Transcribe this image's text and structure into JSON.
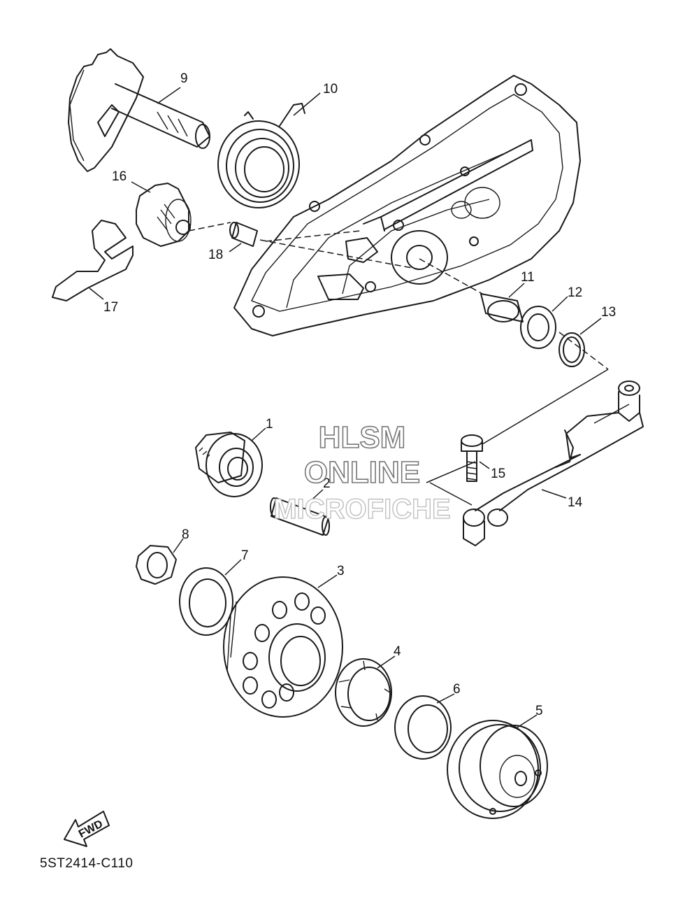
{
  "diagram": {
    "code": "5ST2414-C110",
    "fwd_label": "FWD",
    "watermark": {
      "line1": "HLSM",
      "line2": "ONLINE",
      "line3": "MICROFICHE"
    },
    "callouts": {
      "c1": "1",
      "c2": "2",
      "c3": "3",
      "c4": "4",
      "c5": "5",
      "c6": "6",
      "c7": "7",
      "c8": "8",
      "c9": "9",
      "c10": "10",
      "c11": "11",
      "c12": "12",
      "c13": "13",
      "c14": "14",
      "c15": "15",
      "c16": "16",
      "c17": "17",
      "c18": "18"
    }
  }
}
